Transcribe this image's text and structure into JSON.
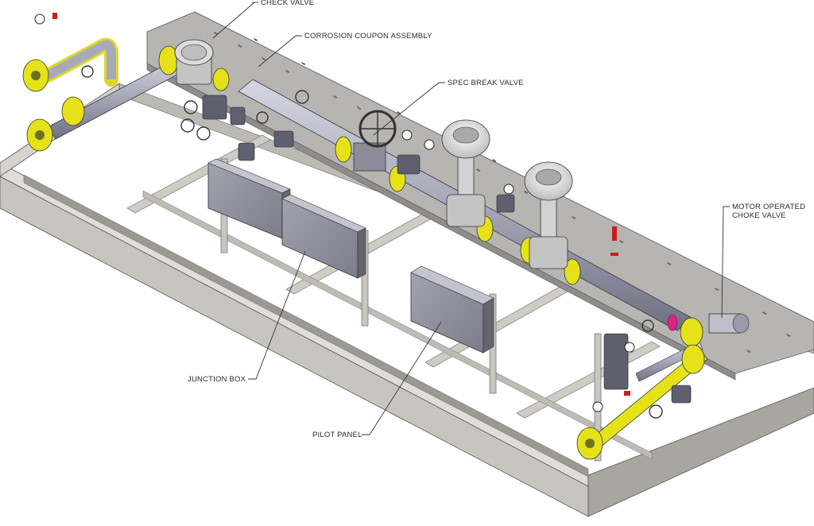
{
  "labels": {
    "check_valve": "CHECK VALVE",
    "corrosion_coupon": "CORROSION COUPON ASSEMBLY",
    "spec_break_valve": "SPEC BREAK VALVE",
    "motor_operated_choke_valve_line1": "MOTOR OPERATED",
    "motor_operated_choke_valve_line2": "CHOKE VALVE",
    "junction_box": "JUNCTION BOX",
    "pilot_panel": "PILOT PANEL"
  },
  "colors": {
    "frame_steel": "#c9c6c0",
    "frame_shade": "#9e9b95",
    "deck_plate": "#b4b2ae",
    "pipe": "#a8aab8",
    "pipe_dark": "#6e7080",
    "flange_yellow": "#e6e21a",
    "panel_box": "#8f8f9c",
    "valve_body": "#c4c4c4",
    "accent_magenta": "#e0208a",
    "accent_red": "#c81e1e"
  }
}
